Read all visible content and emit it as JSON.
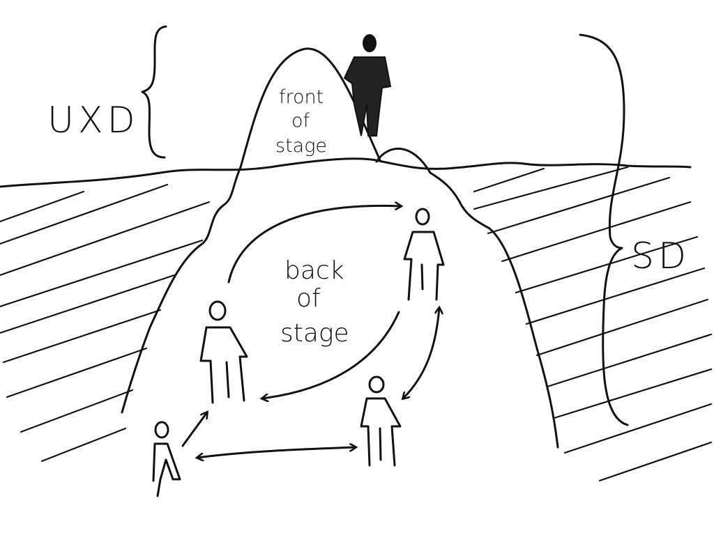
{
  "labels": {
    "uxd": "UXD",
    "sd": "SD",
    "front_line1": "front",
    "front_line2": "of",
    "front_line3": "stage",
    "back_line1": "back",
    "back_line2": "of",
    "back_line3": "stage"
  },
  "colors": {
    "ink": "#111111",
    "background": "#ffffff"
  }
}
